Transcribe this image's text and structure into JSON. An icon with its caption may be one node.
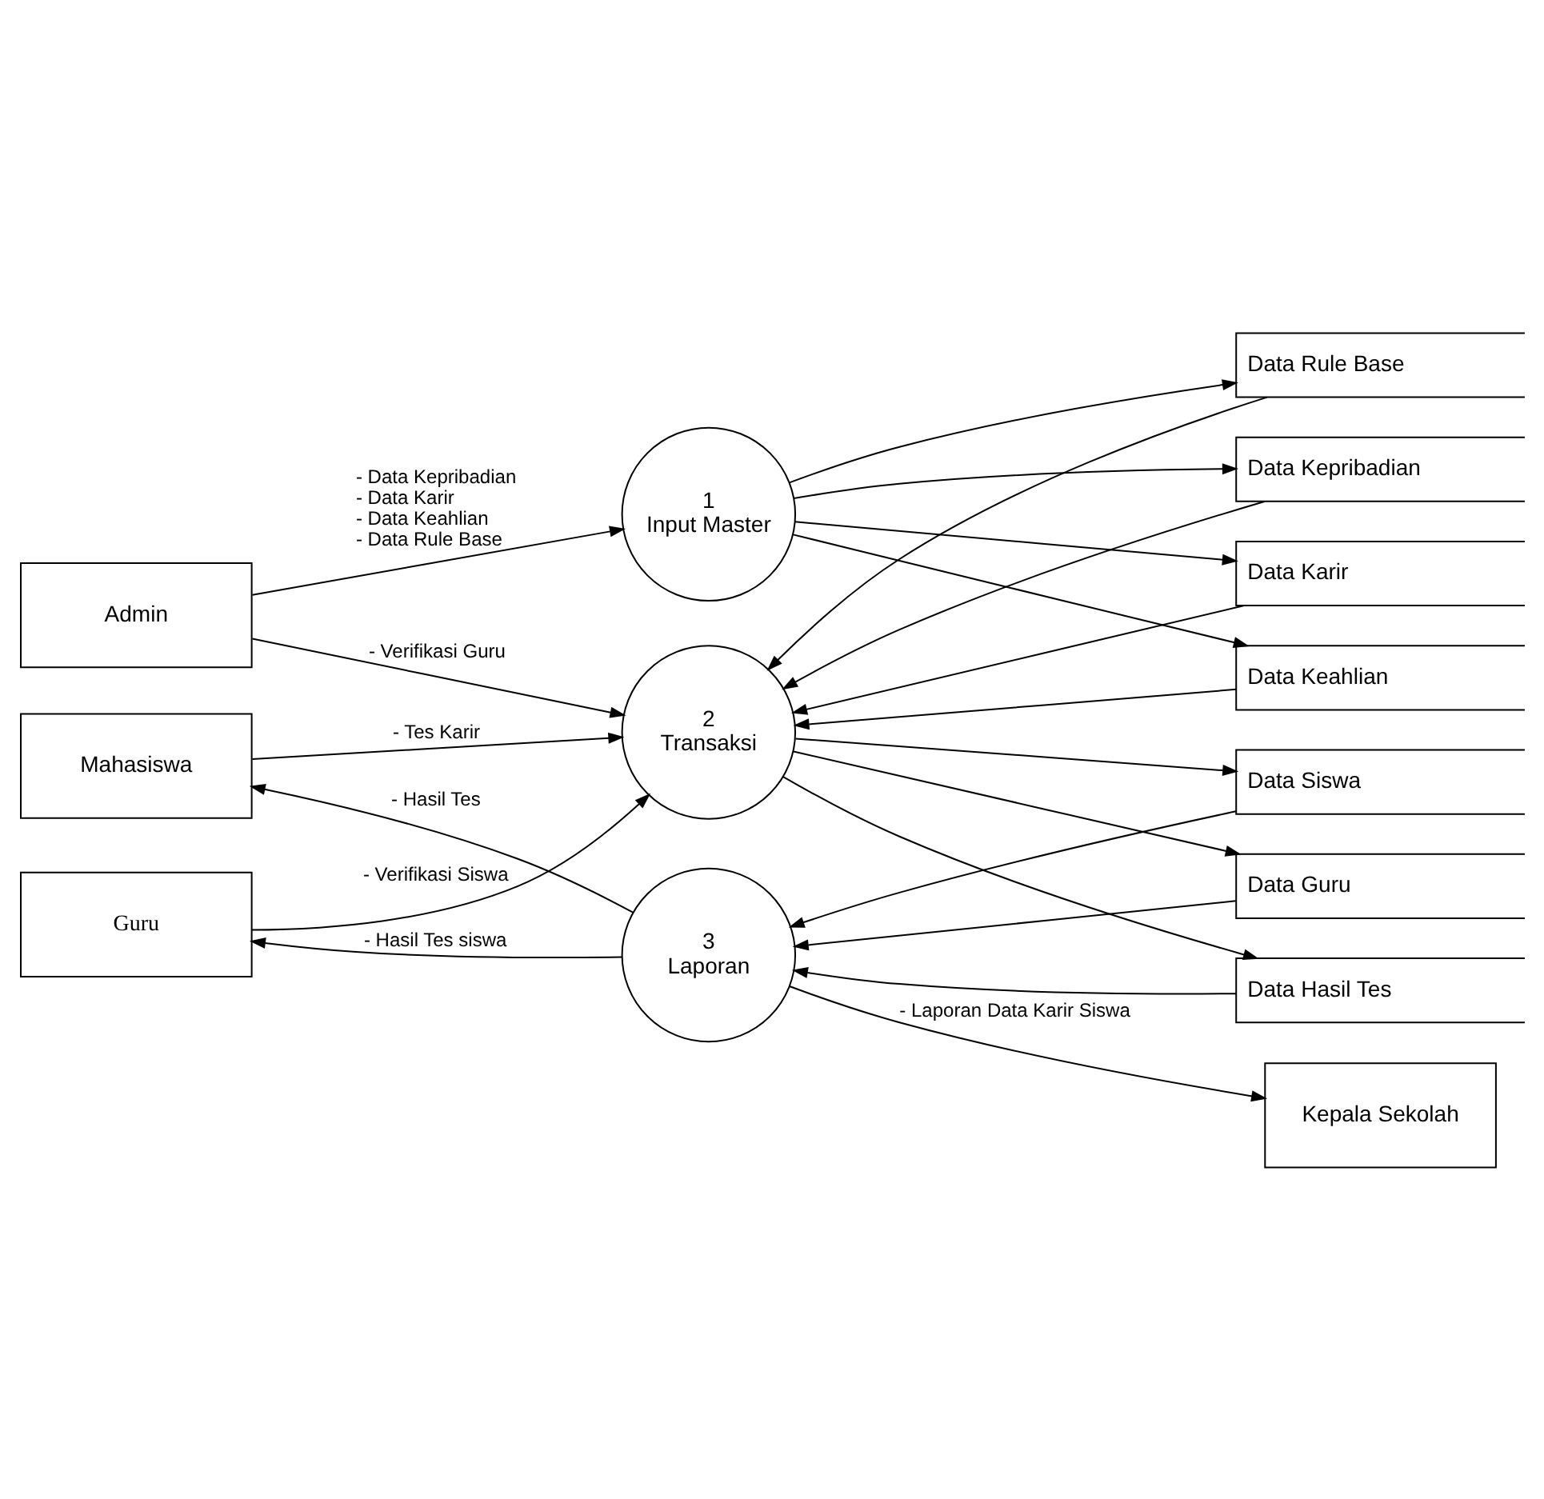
{
  "diagram": {
    "nodes": [
      {
        "text": [
          "Admin"
        ]
      },
      {
        "text": [
          "Kepala Sekolah"
        ]
      },
      {
        "text": [
          "1",
          "Input Master"
        ]
      },
      {
        "text": [
          "Data Kepribadian"
        ]
      },
      {
        "text": [
          "Data Karir"
        ]
      },
      {
        "text": [
          "Data Keahlian"
        ]
      },
      {
        "text": [
          "Data Rule Base"
        ]
      },
      {
        "text": [
          "Guru"
        ]
      },
      {
        "text": [
          "2",
          "Transaksi"
        ]
      },
      {
        "text": [
          "Mahasiswa"
        ]
      },
      {
        "text": [
          "3",
          "Laporan"
        ]
      },
      {
        "text": [
          "Data Siswa"
        ]
      },
      {
        "text": [
          "Data Guru"
        ]
      },
      {
        "text": [
          "Data Hasil Tes"
        ]
      }
    ],
    "edges": [
      {
        "from": 0,
        "to": 2,
        "arrow": "to",
        "label": "- Data Kepribadian - Data Karir - Data Keahlian - Data Rule Base"
      },
      {
        "from": 0,
        "to": 8,
        "arrow": "to",
        "label": "- Verifikasi Guru"
      },
      {
        "from": 2,
        "to": 3,
        "arrow": "to"
      },
      {
        "from": 2,
        "to": 4,
        "arrow": "to"
      },
      {
        "from": 2,
        "to": 5,
        "arrow": "to"
      },
      {
        "from": 2,
        "to": 6,
        "arrow": "to"
      },
      {
        "from": 3,
        "to": 8,
        "arrow": "to"
      },
      {
        "from": 4,
        "to": 8,
        "arrow": "to"
      },
      {
        "from": 5,
        "to": 8,
        "arrow": "to"
      },
      {
        "from": 6,
        "to": 8,
        "arrow": "to"
      },
      {
        "from": 7,
        "to": 8,
        "arrow": "to",
        "label": "- Verifikasi Siswa"
      },
      {
        "from": 9,
        "to": 8,
        "arrow": "to",
        "label": "- Tes Karir"
      },
      {
        "from": 8,
        "to": 11,
        "arrow": "to"
      },
      {
        "from": 8,
        "to": 12,
        "arrow": "to"
      },
      {
        "from": 8,
        "to": 13,
        "arrow": "to"
      },
      {
        "from": 11,
        "to": 10,
        "arrow": "to"
      },
      {
        "from": 12,
        "to": 10,
        "arrow": "to"
      },
      {
        "from": 13,
        "to": 10,
        "arrow": "to"
      },
      {
        "from": 10,
        "to": 9,
        "arrow": "to",
        "label": "- Hasil Tes"
      },
      {
        "from": 10,
        "to": 7,
        "arrow": "to",
        "label": "- Hasil Tes siswa"
      },
      {
        "from": 10,
        "to": 1,
        "arrow": "to",
        "label": "- Laporan Data Karir Siswa"
      }
    ]
  }
}
